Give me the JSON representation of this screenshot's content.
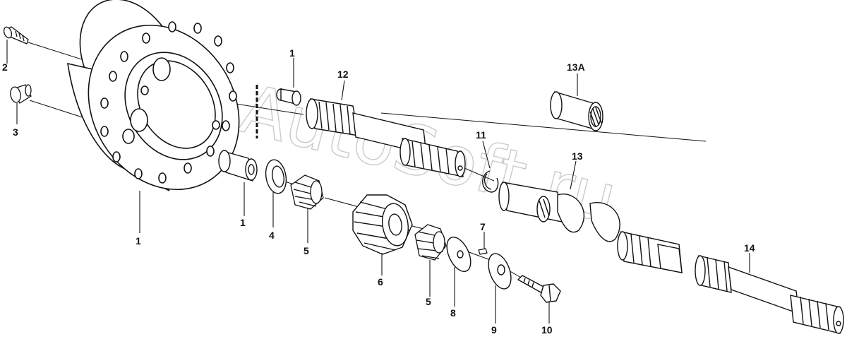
{
  "watermark": "AutoSoft.ru",
  "labels": {
    "l1a": "1",
    "l1b": "1",
    "l1c": "1",
    "l2": "2",
    "l3": "3",
    "l4": "4",
    "l5a": "5",
    "l5b": "5",
    "l6": "6",
    "l7": "7",
    "l8": "8",
    "l9": "9",
    "l10": "10",
    "l11": "11",
    "l12": "12",
    "l13": "13",
    "l13a": "13A",
    "l14": "14"
  },
  "colors": {
    "line": "#111111",
    "fill": "#ffffff",
    "watermark": "#b9b9b9"
  }
}
